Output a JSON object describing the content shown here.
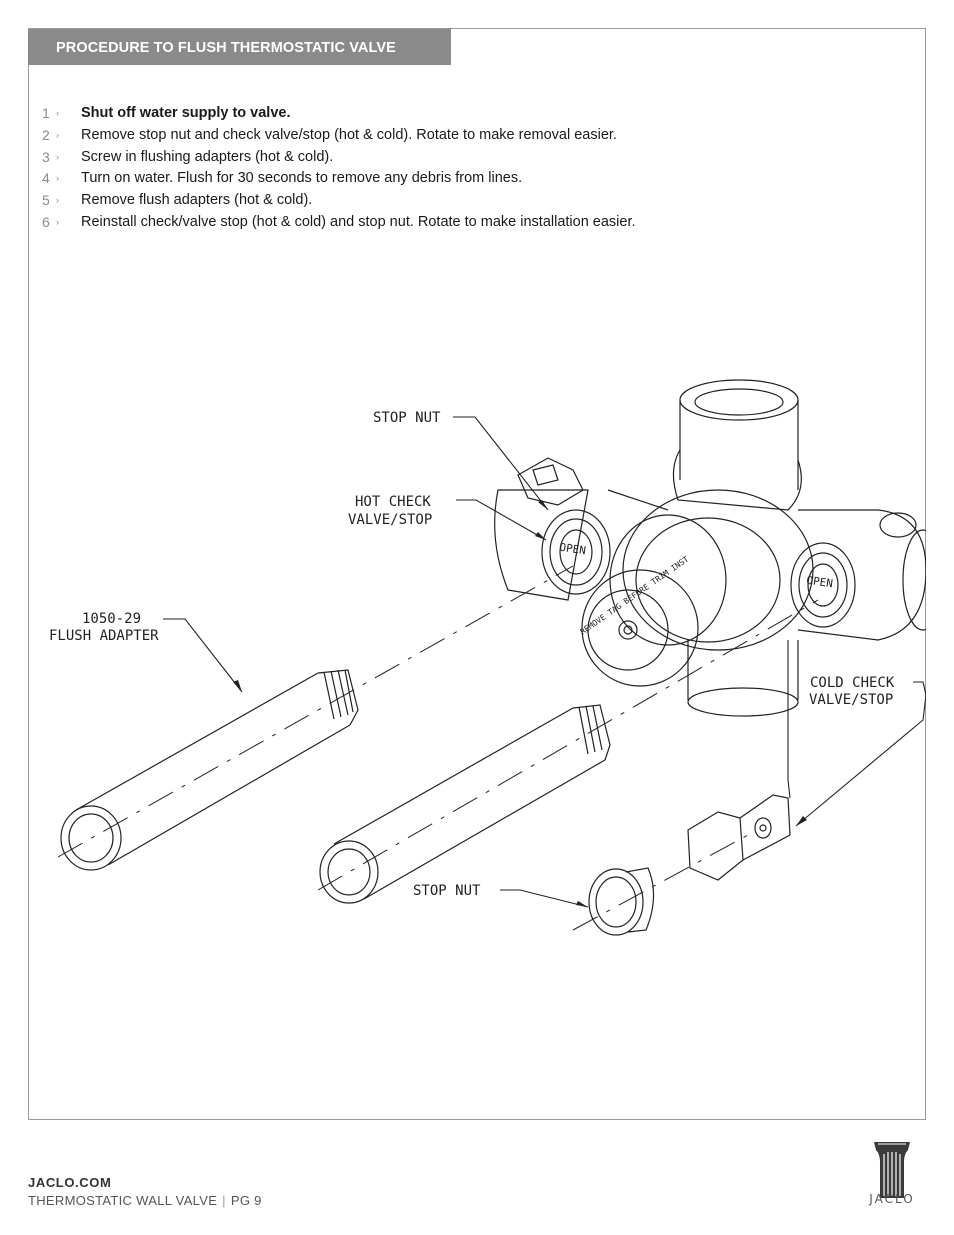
{
  "header": {
    "title": "PROCEDURE TO FLUSH THERMOSTATIC VALVE"
  },
  "steps": [
    {
      "num": "1",
      "text": "Shut off water supply to valve."
    },
    {
      "num": "2",
      "text": "Remove stop nut and check valve/stop (hot & cold).  Rotate to make removal easier."
    },
    {
      "num": "3",
      "text": "Screw in flushing adapters (hot & cold)."
    },
    {
      "num": "4",
      "text": "Turn on water.  Flush for 30 seconds to remove any debris from lines."
    },
    {
      "num": "5",
      "text": "Remove flush adapters (hot & cold)."
    },
    {
      "num": "6",
      "text": "Reinstall check/valve stop (hot & cold) and stop nut.  Rotate to make installation easier."
    }
  ],
  "diagram": {
    "labels": {
      "stop_nut_top": "STOP NUT",
      "hot_check_line1": "HOT CHECK",
      "hot_check_line2": "VALVE/STOP",
      "flush_adapter_line1": "1050-29",
      "flush_adapter_line2": "FLUSH ADAPTER",
      "cold_check_line1": "COLD CHECK",
      "cold_check_line2": "VALVE/STOP",
      "stop_nut_bottom": "STOP NUT"
    },
    "valve_markings": {
      "open_hot": "OPEN",
      "open_cold": "OPEN",
      "tag_text": "REMOVE TAG BEFORE TRIM INST"
    }
  },
  "footer": {
    "site": "JACLO.COM",
    "doc_title": "THERMOSTATIC WALL VALVE",
    "separator": "|",
    "page": "PG 9",
    "logo_text": "JACLO"
  }
}
